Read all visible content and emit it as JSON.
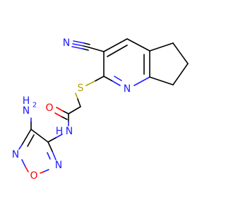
{
  "molecule": {
    "atoms": {
      "cyano_n": {
        "text": "N",
        "color": "#2020ff"
      },
      "sulfur": {
        "text": "S",
        "color": "#b8a200"
      },
      "pyridine_n": {
        "text": "N",
        "color": "#2020ff"
      },
      "carbonyl_o": {
        "text": "O",
        "color": "#ff0000"
      },
      "amide_n": {
        "text": "N",
        "color": "#2020ff"
      },
      "amide_h": {
        "text": "H",
        "color": "#2020ff"
      },
      "amino_n": {
        "text": "N",
        "color": "#2020ff"
      },
      "amino_h2": {
        "text": "H",
        "color": "#2020ff"
      },
      "amino_sub": {
        "text": "2",
        "color": "#2020ff"
      },
      "ring_n_left": {
        "text": "N",
        "color": "#2020ff"
      },
      "ring_o": {
        "text": "O",
        "color": "#ff0000"
      },
      "ring_n_right": {
        "text": "N",
        "color": "#2020ff"
      }
    }
  }
}
